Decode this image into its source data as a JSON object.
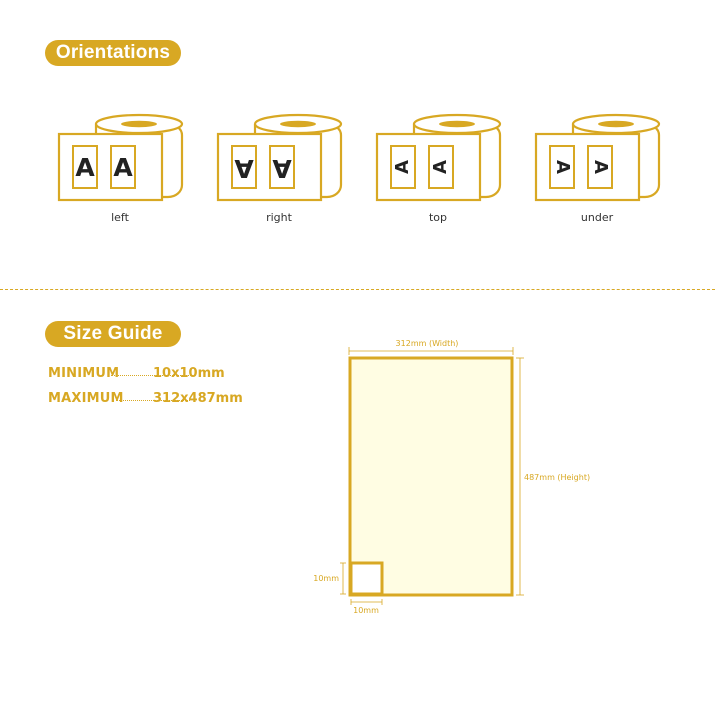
{
  "orientations": {
    "title": "Orientations",
    "items": [
      {
        "id": "left",
        "label": "left",
        "letter": "A"
      },
      {
        "id": "right",
        "label": "right",
        "letter": "A"
      },
      {
        "id": "top",
        "label": "top",
        "letter": "A"
      },
      {
        "id": "under",
        "label": "under",
        "letter": "A"
      }
    ]
  },
  "size_guide": {
    "title": "Size Guide",
    "minimum": {
      "label": "MINIMUM",
      "value": "10x10mm"
    },
    "maximum": {
      "label": "MAXIMUM",
      "value": "312x487mm"
    },
    "diagram": {
      "width_label": "312mm (Width)",
      "height_label": "487mm (Height)",
      "min_height_label": "10mm",
      "min_width_label": "10mm"
    }
  },
  "colors": {
    "accent": "#d8a823",
    "label_fill": "#fffde3",
    "text": "#222222"
  }
}
